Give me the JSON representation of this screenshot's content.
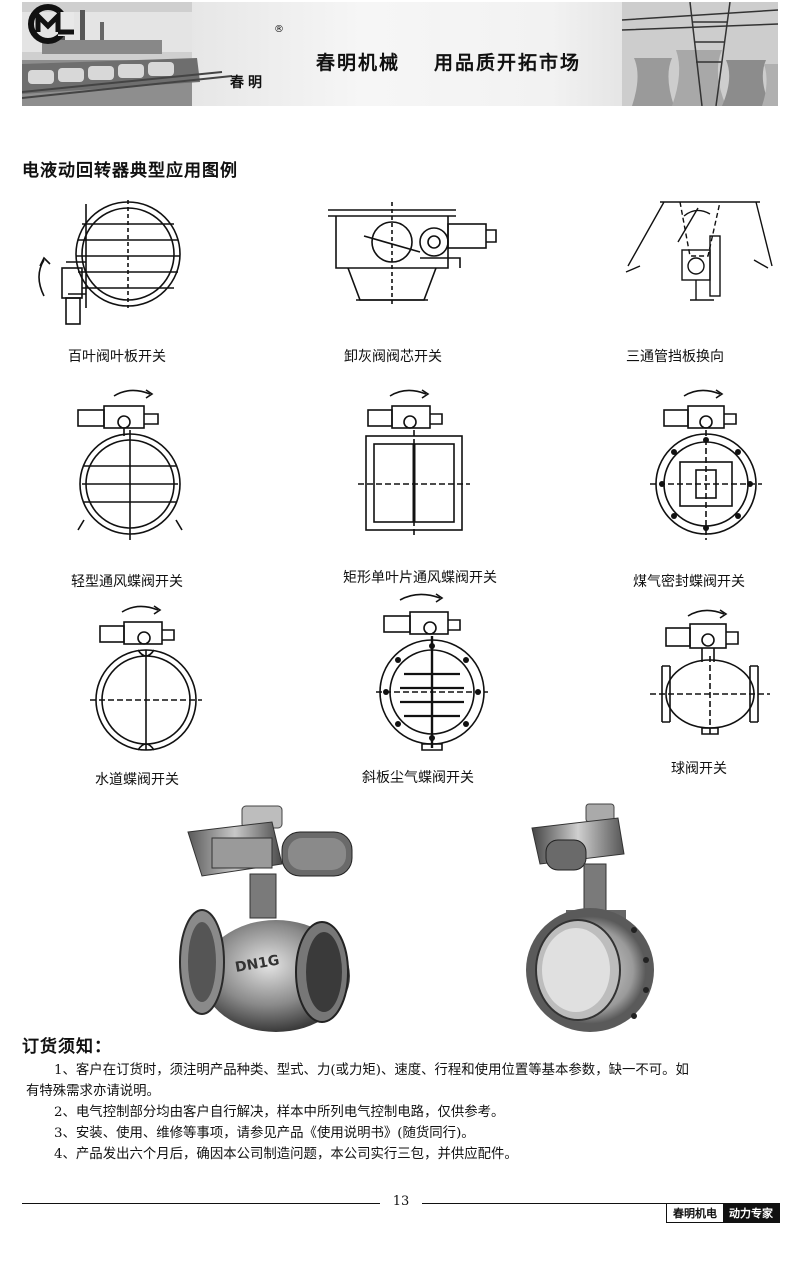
{
  "header": {
    "logo_text": "春明",
    "logo_mark": "®",
    "slogan_left": "春明机械",
    "slogan_right": "用品质开拓市场"
  },
  "section_title": "电液动回转器典型应用图例",
  "diagrams": [
    {
      "id": "d1",
      "icon": "louver-valve-diagram",
      "caption": "百叶阀叶板开关"
    },
    {
      "id": "d2",
      "icon": "ash-discharge-valve-diagram",
      "caption": "卸灰阀阀芯开关"
    },
    {
      "id": "d3",
      "icon": "three-way-damper-diagram",
      "caption": "三通管挡板换向"
    },
    {
      "id": "d4",
      "icon": "light-butterfly-valve-diagram",
      "caption": "轻型通风蝶阀开关"
    },
    {
      "id": "d5",
      "icon": "rect-butterfly-valve-diagram",
      "caption": "矩形单叶片通风蝶阀开关"
    },
    {
      "id": "d6",
      "icon": "gas-butterfly-valve-diagram",
      "caption": "煤气密封蝶阀开关"
    },
    {
      "id": "d7",
      "icon": "water-butterfly-valve-diagram",
      "caption": "水道蝶阀开关"
    },
    {
      "id": "d8",
      "icon": "dust-butterfly-valve-diagram",
      "caption": "斜板尘气蝶阀开关"
    },
    {
      "id": "d9",
      "icon": "ball-valve-diagram",
      "caption": "球阀开关"
    }
  ],
  "photos": [
    {
      "icon": "ball-valve-photo",
      "casting_text": "DN1G"
    },
    {
      "icon": "butterfly-valve-photo"
    }
  ],
  "order_notice": {
    "title": "订货须知：",
    "items": [
      "1、客户在订货时，须注明产品种类、型式、力(或力矩)、速度、行程和使用位置等基本参数，缺一不可。如",
      "有特殊需求亦请说明。",
      "2、电气控制部分均由客户自行解决，样本中所列电气控制电路，仅供参考。",
      "3、安装、使用、维修等事项，请参见产品《使用说明书》(随货同行)。",
      "4、产品发出六个月后，确因本公司制造问题，本公司实行三包，并供应配件。"
    ]
  },
  "footer": {
    "page_number": "13",
    "badge_left": "春明机电",
    "badge_right": "动力专家"
  }
}
